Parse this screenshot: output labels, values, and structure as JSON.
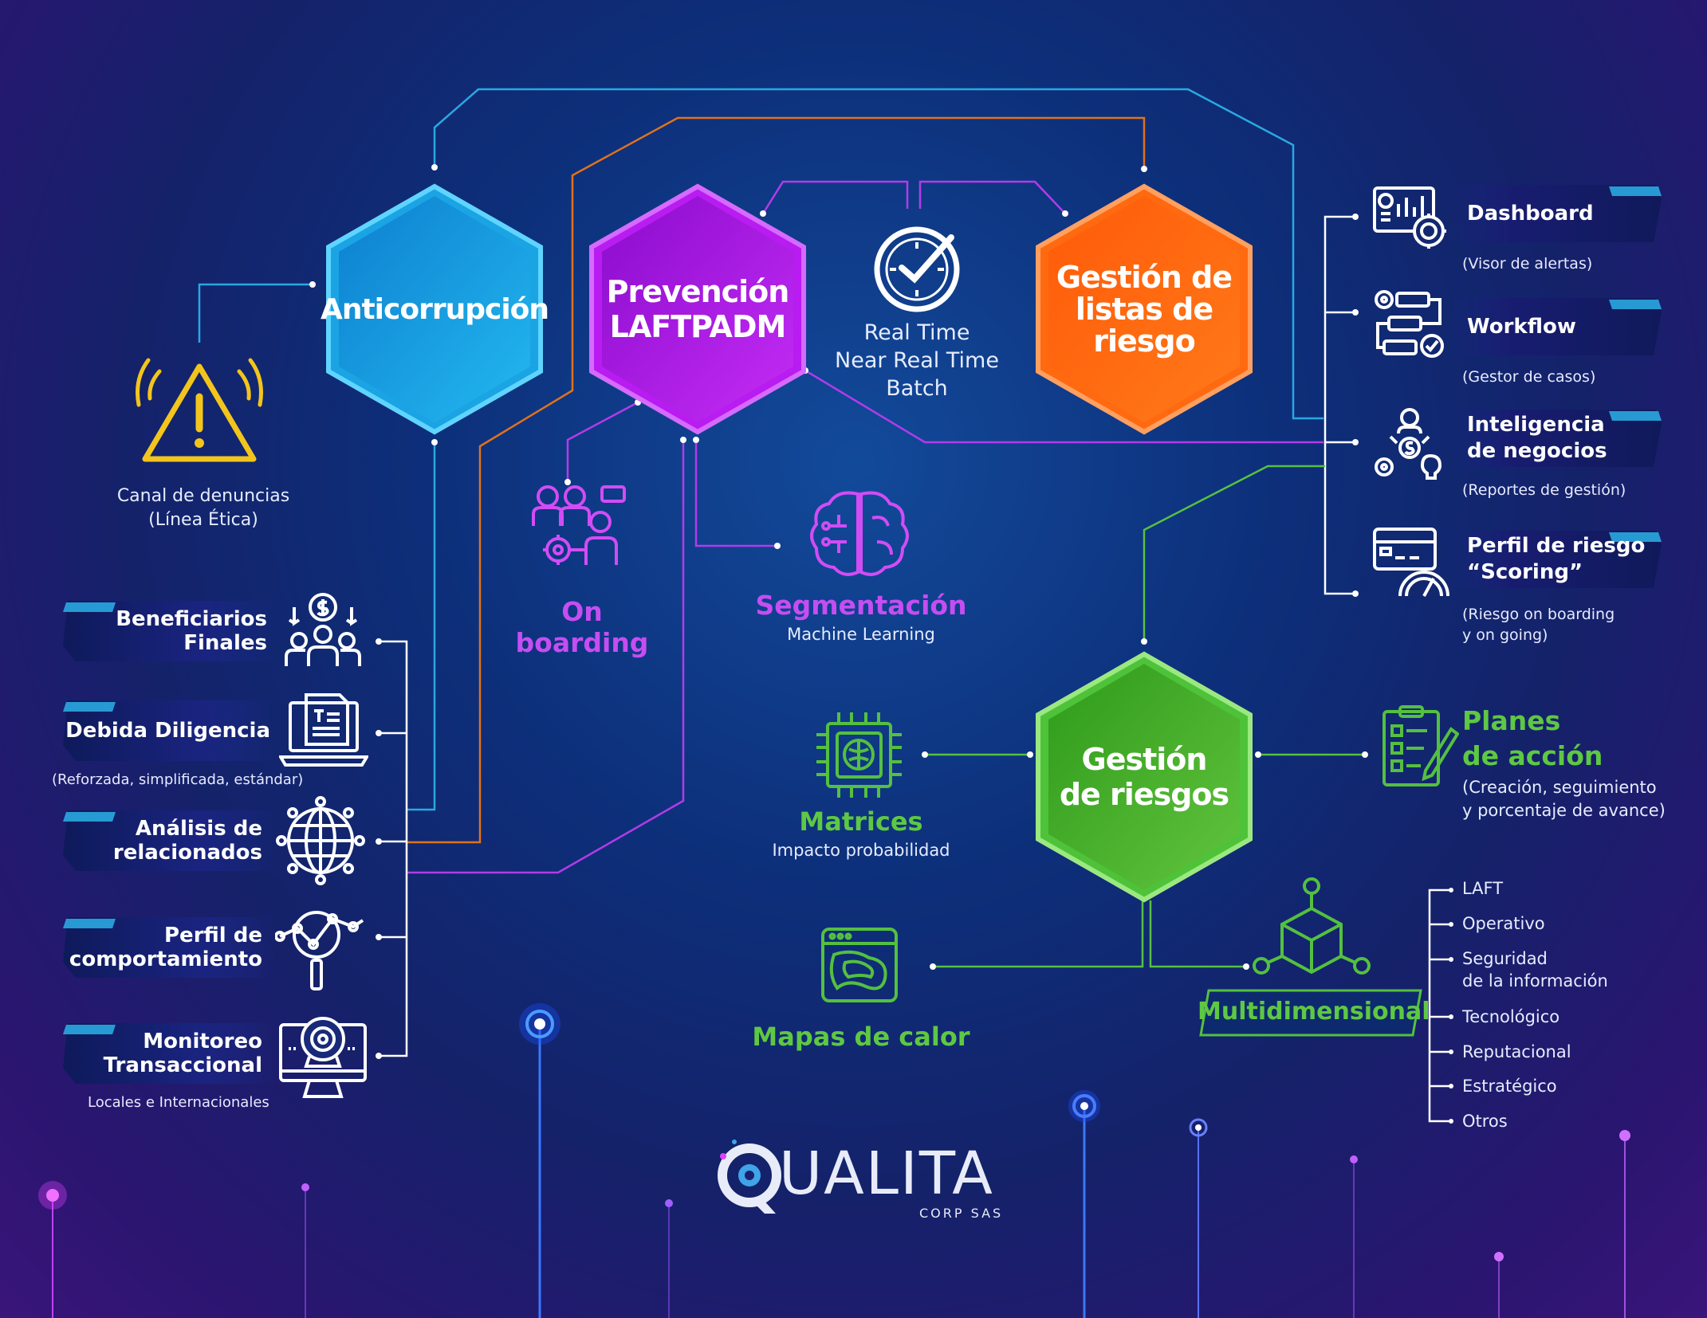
{
  "hexes": {
    "anticorrupcion": "Anticorrupción",
    "prevencion": [
      "Prevención",
      "LAFTPADM"
    ],
    "listas": [
      "Gestión de",
      "listas de",
      "riesgo"
    ],
    "riesgos": [
      "Gestión",
      "de riesgos"
    ]
  },
  "center": {
    "modes": [
      "Real Time",
      "Near Real Time",
      "Batch"
    ],
    "onboarding": "On boarding",
    "segmentacion": "Segmentación",
    "segmentacion_sub": "Machine Learning",
    "matrices": "Matrices",
    "matrices_sub": "Impacto probabilidad",
    "mapas": "Mapas de calor",
    "multidimensional": "Multidimensional",
    "planes": [
      "Planes",
      "de acción"
    ],
    "planes_sub": [
      "(Creación, seguimiento",
      "y porcentaje de avance)"
    ]
  },
  "denuncias": [
    "Canal de denuncias",
    "(Línea Ética)"
  ],
  "left_items": [
    {
      "lines": [
        "Beneficiarios",
        "Finales"
      ],
      "sub": ""
    },
    {
      "lines": [
        "Debida Diligencia"
      ],
      "sub": "(Reforzada, simplificada, estándar)"
    },
    {
      "lines": [
        "Análisis de",
        "relacionados"
      ],
      "sub": ""
    },
    {
      "lines": [
        "Perfil de",
        "comportamiento"
      ],
      "sub": ""
    },
    {
      "lines": [
        "Monitoreo",
        "Transaccional"
      ],
      "sub": "Locales e Internacionales"
    }
  ],
  "right_items": [
    {
      "lines": [
        "Dashboard"
      ],
      "sub": [
        "(Visor de alertas)"
      ]
    },
    {
      "lines": [
        "Workflow"
      ],
      "sub": [
        "(Gestor de casos)"
      ]
    },
    {
      "lines": [
        "Inteligencia",
        "de negocios"
      ],
      "sub": [
        "(Reportes de gestión)"
      ]
    },
    {
      "lines": [
        "Perfil de riesgo",
        "“Scoring”"
      ],
      "sub": [
        "(Riesgo on boarding",
        "y on going)"
      ]
    }
  ],
  "risk_types": [
    "LAFT",
    "Operativo",
    "Seguridad",
    "de la información",
    "Tecnológico",
    "Reputacional",
    "Estratégico",
    "Otros"
  ],
  "logo": {
    "name": "UALITA",
    "sub": "CORP SAS"
  },
  "colors": {
    "blue": "#1aa9e8",
    "purple": "#b81cf0",
    "orange": "#ff6a10",
    "green": "#4ec33a",
    "cyan_line": "#2aa8e0",
    "orange_line": "#e0721c",
    "purple_line": "#b43be8",
    "green_line": "#58c041"
  }
}
